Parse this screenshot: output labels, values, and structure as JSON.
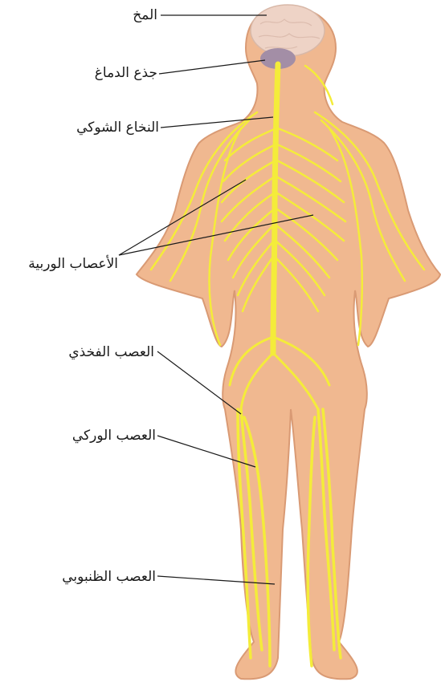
{
  "diagram": {
    "labels": {
      "brain": "المخ",
      "brainstem": "جذع الدماغ",
      "spinal_cord": "النخاع الشوكي",
      "intercostal_nerves": "الأعصاب الوربية",
      "femoral_nerve": "العصب الفخذي",
      "sciatic_nerve": "العصب الوركي",
      "tibial_nerve": "العصب الظنبوبي"
    },
    "colors": {
      "skin": "#f0b890",
      "skin_outline": "#d99a74",
      "nerve": "#f4ec3a",
      "brain": "#eed3c6",
      "brainstem": "#a38ea6",
      "leader_line": "#1a1a1a"
    }
  }
}
